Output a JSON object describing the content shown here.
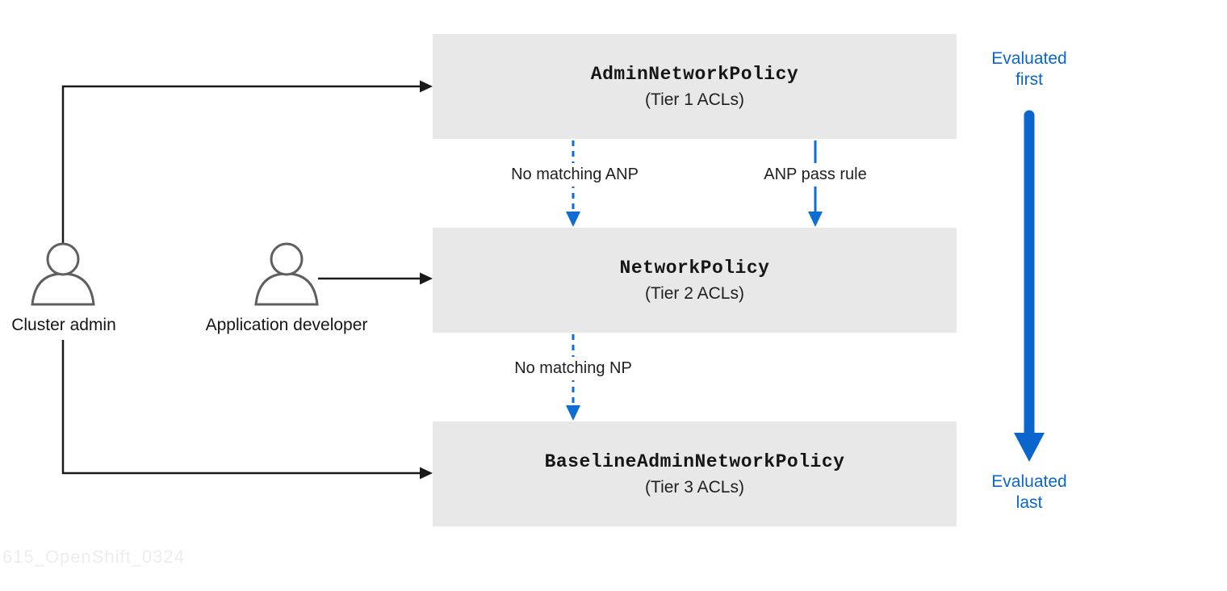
{
  "colors": {
    "box_bg": "#e8e8e8",
    "blue": "#0a66cc",
    "arrow_blue": "#0d6dd2",
    "line": "#1a1a1a",
    "person": "#5f5f5f",
    "watermark": "#ededed"
  },
  "boxes": [
    {
      "title": "AdminNetworkPolicy",
      "subtitle": "(Tier 1 ACLs)"
    },
    {
      "title": "NetworkPolicy",
      "subtitle": "(Tier 2 ACLs)"
    },
    {
      "title": "BaselineAdminNetworkPolicy",
      "subtitle": "(Tier 3 ACLs)"
    }
  ],
  "actors": [
    {
      "label": "Cluster admin"
    },
    {
      "label": "Application developer"
    }
  ],
  "edge_labels": [
    {
      "text": "No matching ANP"
    },
    {
      "text": "ANP pass rule"
    },
    {
      "text": "No matching NP"
    }
  ],
  "evaluation": {
    "first": "Evaluated\nfirst",
    "last": "Evaluated\nlast"
  },
  "watermark": {
    "text": "615_OpenShift_0324"
  }
}
